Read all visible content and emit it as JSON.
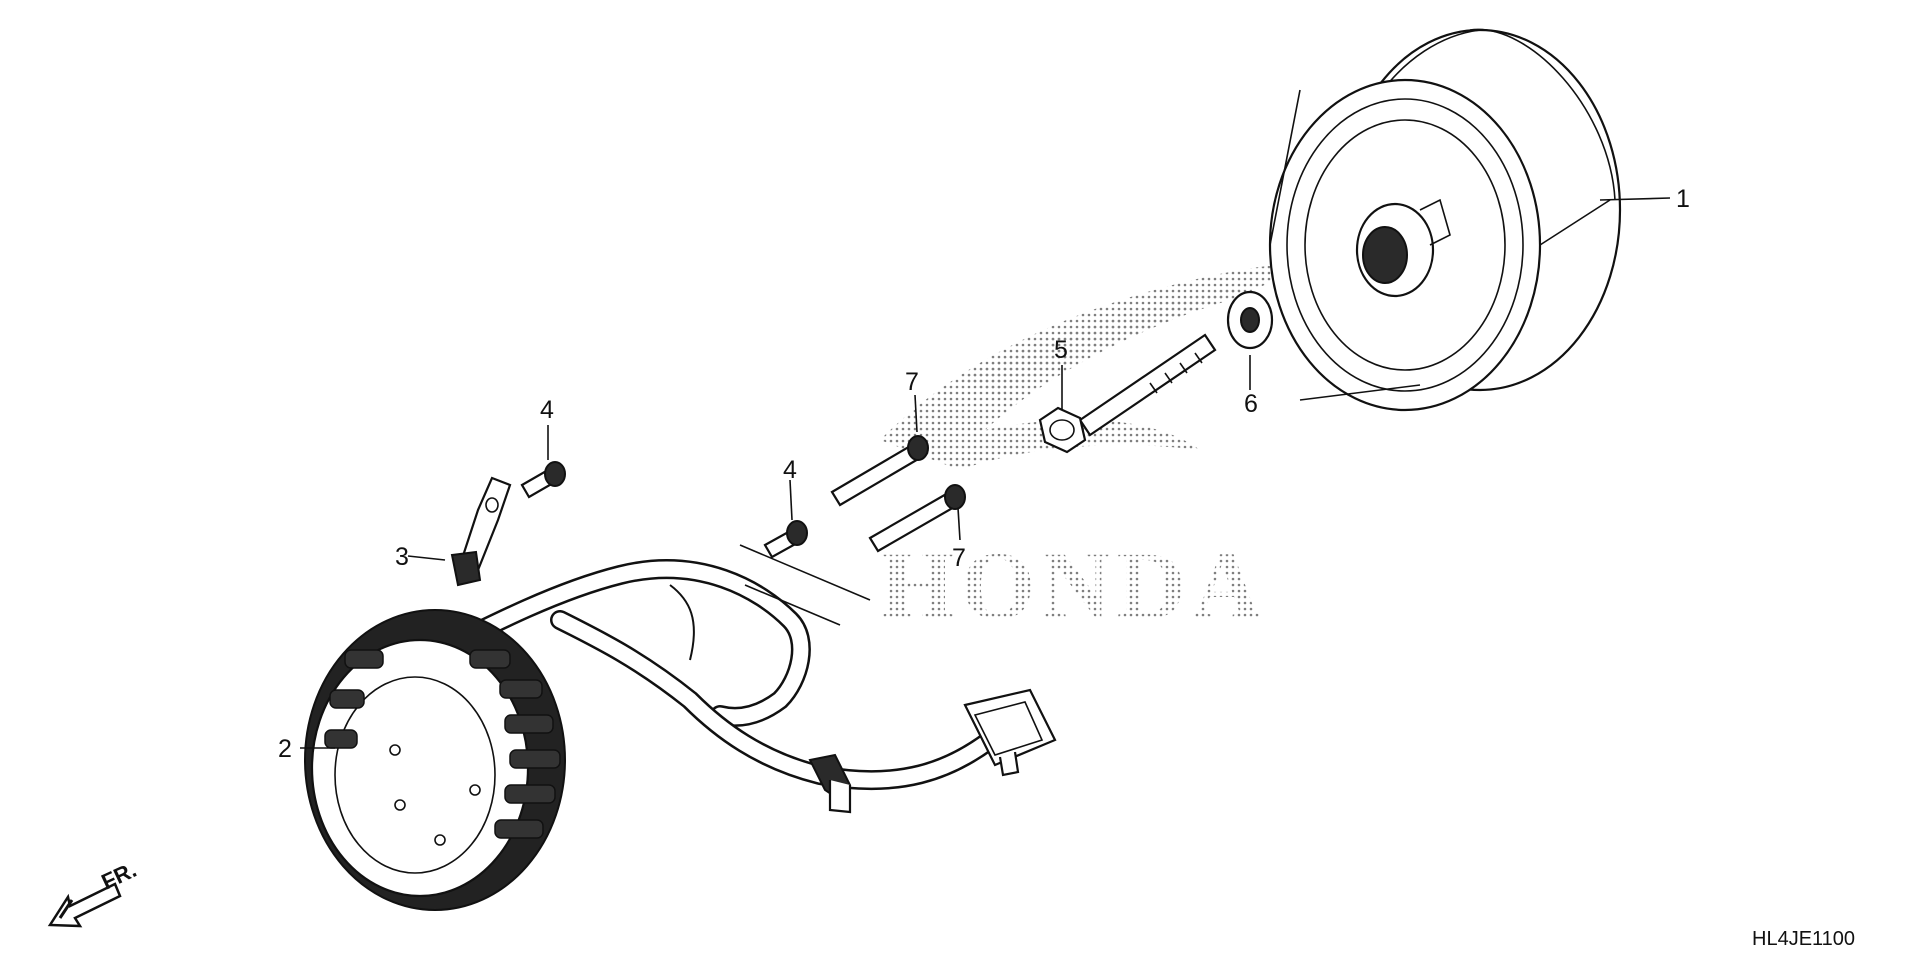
{
  "callouts": [
    "1",
    "2",
    "3",
    "4",
    "4",
    "5",
    "6",
    "7",
    "7"
  ],
  "watermark": "HONDA",
  "direction_label": "FR.",
  "diagram_code": "HL4JE1100"
}
